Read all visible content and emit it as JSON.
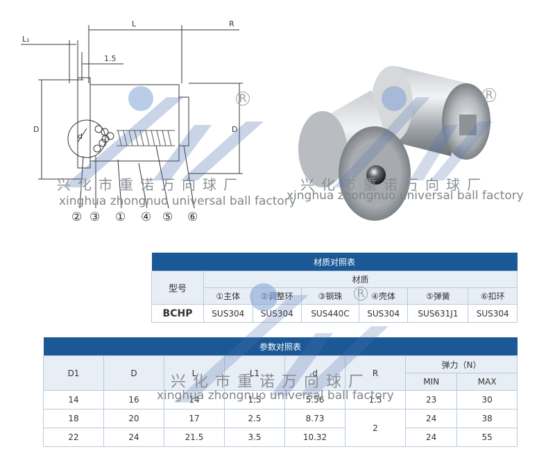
{
  "drawing": {
    "dim_labels": {
      "L1": "L₁",
      "L": "L",
      "R": "R",
      "gap": "1.5",
      "D_left": "D",
      "D_right": "D",
      "d": "d"
    },
    "part_markers": [
      "②",
      "③",
      "①",
      "④",
      "⑤",
      "⑥"
    ]
  },
  "watermark": {
    "cn": "兴化市重诺万向球厂",
    "en": "xinghua zhongnuo universal ball factory",
    "reg": "R"
  },
  "material_table": {
    "title": "材质对照表",
    "model_header": "型号",
    "material_header": "材质",
    "columns": [
      "①主体",
      "②调整环",
      "③钢珠",
      "④壳体",
      "⑤弹簧",
      "⑥扣环"
    ],
    "rows": [
      {
        "model": "BCHP",
        "values": [
          "SUS304",
          "SUS304",
          "SUS440C",
          "SUS304",
          "SUS631J1",
          "SUS304"
        ]
      }
    ]
  },
  "param_table": {
    "title": "参数对照表",
    "headers": [
      "D1",
      "D",
      "L",
      "L1",
      "d",
      "R"
    ],
    "force_header": "弹力（N）",
    "force_subheaders": [
      "MIN",
      "MAX"
    ],
    "rows": [
      {
        "D1": "14",
        "D": "16",
        "L": "14",
        "L1": "1.5",
        "d": "5.56",
        "R": "1.5",
        "MIN": "23",
        "MAX": "30"
      },
      {
        "D1": "18",
        "D": "20",
        "L": "17",
        "L1": "2.5",
        "d": "8.73",
        "R": "2",
        "MIN": "24",
        "MAX": "38"
      },
      {
        "D1": "22",
        "D": "24",
        "L": "21.5",
        "L1": "3.5",
        "d": "10.32",
        "R": "",
        "MIN": "24",
        "MAX": "55"
      }
    ]
  }
}
